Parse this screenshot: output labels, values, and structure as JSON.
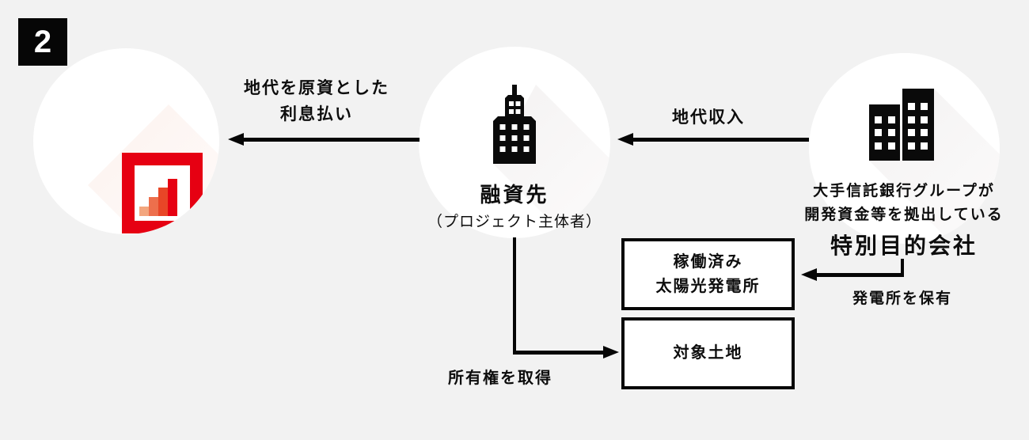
{
  "step_badge": {
    "number": "2"
  },
  "colors": {
    "background": "#f2f2f2",
    "ink": "#060606",
    "brand_red": "#e60012",
    "logo_bar1": "#f3a67e",
    "logo_bar2": "#ed6f4c",
    "logo_bar3": "#e84627",
    "logo_bar4": "#e60012",
    "left_circle_shadow": "#fceee9",
    "gray_circle_shadow": "#f1efef"
  },
  "nodes": {
    "lender": {
      "icon": "bar-chart-logo"
    },
    "borrower": {
      "title": "融資先",
      "subtitle": "（プロジェクト主体者）",
      "icon": "office-building"
    },
    "spc": {
      "desc_line1": "大手信託銀行グループが",
      "desc_line2": "開発資金等を拠出している",
      "title": "特別目的会社",
      "icon": "twin-buildings"
    }
  },
  "boxes": {
    "solar_plant": {
      "line1": "稼働済み",
      "line2": "太陽光発電所"
    },
    "land": {
      "label": "対象土地"
    }
  },
  "arrows": {
    "interest_payment": {
      "label_line1": "地代を原資とした",
      "label_line2": "利息払い",
      "direction": "borrower-to-lender"
    },
    "rent_income": {
      "label": "地代収入",
      "direction": "spc-to-borrower"
    },
    "owns_plant": {
      "label": "発電所を保有",
      "direction": "spc-to-plant-box"
    },
    "acquires_land": {
      "label": "所有権を取得",
      "direction": "borrower-to-land-box"
    }
  }
}
